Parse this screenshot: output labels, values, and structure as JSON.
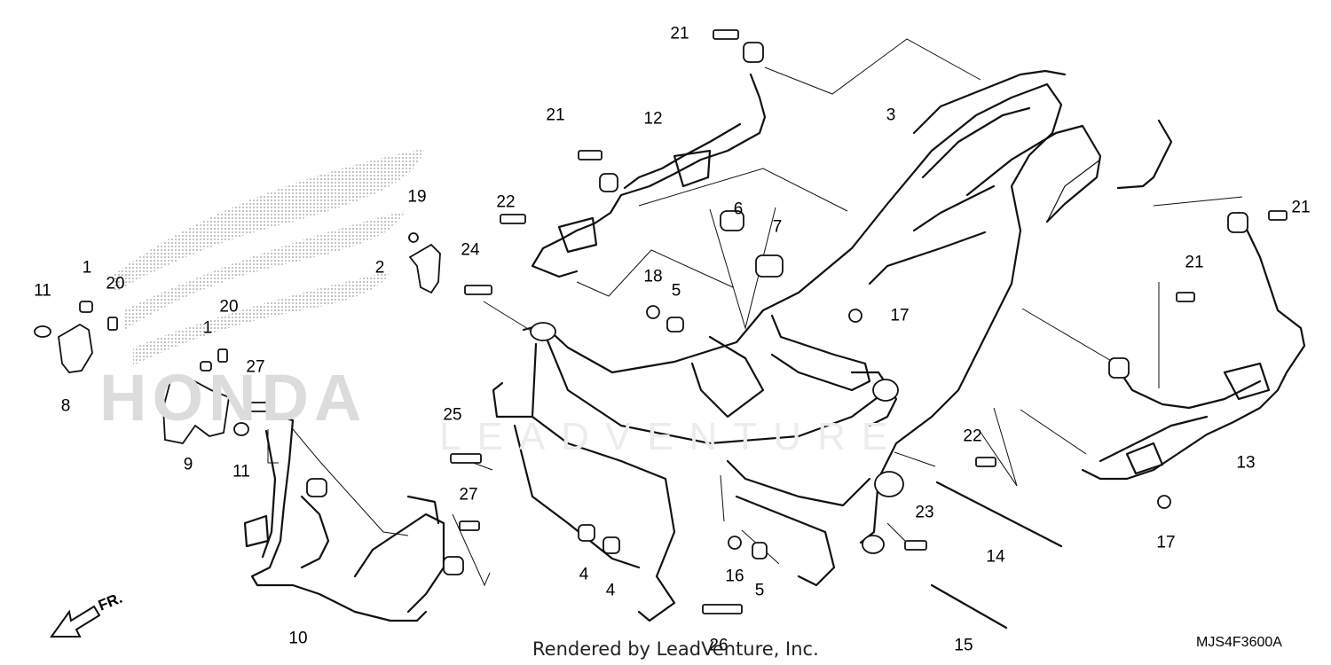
{
  "callouts": [
    {
      "id": "c21a",
      "text": "21"
    },
    {
      "id": "c12",
      "text": "12"
    },
    {
      "id": "c21b",
      "text": "21"
    },
    {
      "id": "c22a",
      "text": "22"
    },
    {
      "id": "c19",
      "text": "19"
    },
    {
      "id": "c2",
      "text": "2"
    },
    {
      "id": "c24",
      "text": "24"
    },
    {
      "id": "c6",
      "text": "6"
    },
    {
      "id": "c7",
      "text": "7"
    },
    {
      "id": "c18",
      "text": "18"
    },
    {
      "id": "c5a",
      "text": "5"
    },
    {
      "id": "c17a",
      "text": "17"
    },
    {
      "id": "c3",
      "text": "3"
    },
    {
      "id": "c21c",
      "text": "21"
    },
    {
      "id": "c21d",
      "text": "21"
    },
    {
      "id": "c1a",
      "text": "1"
    },
    {
      "id": "c20a",
      "text": "20"
    },
    {
      "id": "c11a",
      "text": "11"
    },
    {
      "id": "c8",
      "text": "8"
    },
    {
      "id": "c1b",
      "text": "1"
    },
    {
      "id": "c20b",
      "text": "20"
    },
    {
      "id": "c27a",
      "text": "27"
    },
    {
      "id": "c9",
      "text": "9"
    },
    {
      "id": "c11b",
      "text": "11"
    },
    {
      "id": "c25",
      "text": "25"
    },
    {
      "id": "c27b",
      "text": "27"
    },
    {
      "id": "c22b",
      "text": "22"
    },
    {
      "id": "c13",
      "text": "13"
    },
    {
      "id": "c17b",
      "text": "17"
    },
    {
      "id": "c23",
      "text": "23"
    },
    {
      "id": "c14",
      "text": "14"
    },
    {
      "id": "c4a",
      "text": "4"
    },
    {
      "id": "c4b",
      "text": "4"
    },
    {
      "id": "c16",
      "text": "16"
    },
    {
      "id": "c5b",
      "text": "5"
    },
    {
      "id": "c10",
      "text": "10"
    },
    {
      "id": "c26",
      "text": "26"
    },
    {
      "id": "c15",
      "text": "15"
    }
  ],
  "footer": {
    "rendered_by": "Rendered by LeadVenture, Inc.",
    "diagram_code": "MJS4F3600A",
    "direction_label": "FR."
  },
  "watermarks": {
    "brand": "HONDA",
    "lead": "LEADVENTURE"
  }
}
